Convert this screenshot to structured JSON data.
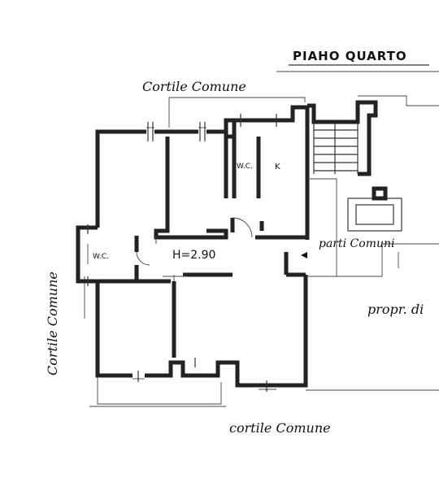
{
  "plan": {
    "floor_title": "PIAHO QUARTO",
    "labels": {
      "courtyard_top": "Cortile Comune",
      "courtyard_left": "Cortile Comune",
      "courtyard_bottom": "cortile Comune",
      "wc_upper": "W.C.",
      "kitchen": "K",
      "wc_left": "W.C.",
      "height": "H=2.90",
      "common_parts": "parti Comuni",
      "neighbor_property": "propr. di"
    }
  }
}
